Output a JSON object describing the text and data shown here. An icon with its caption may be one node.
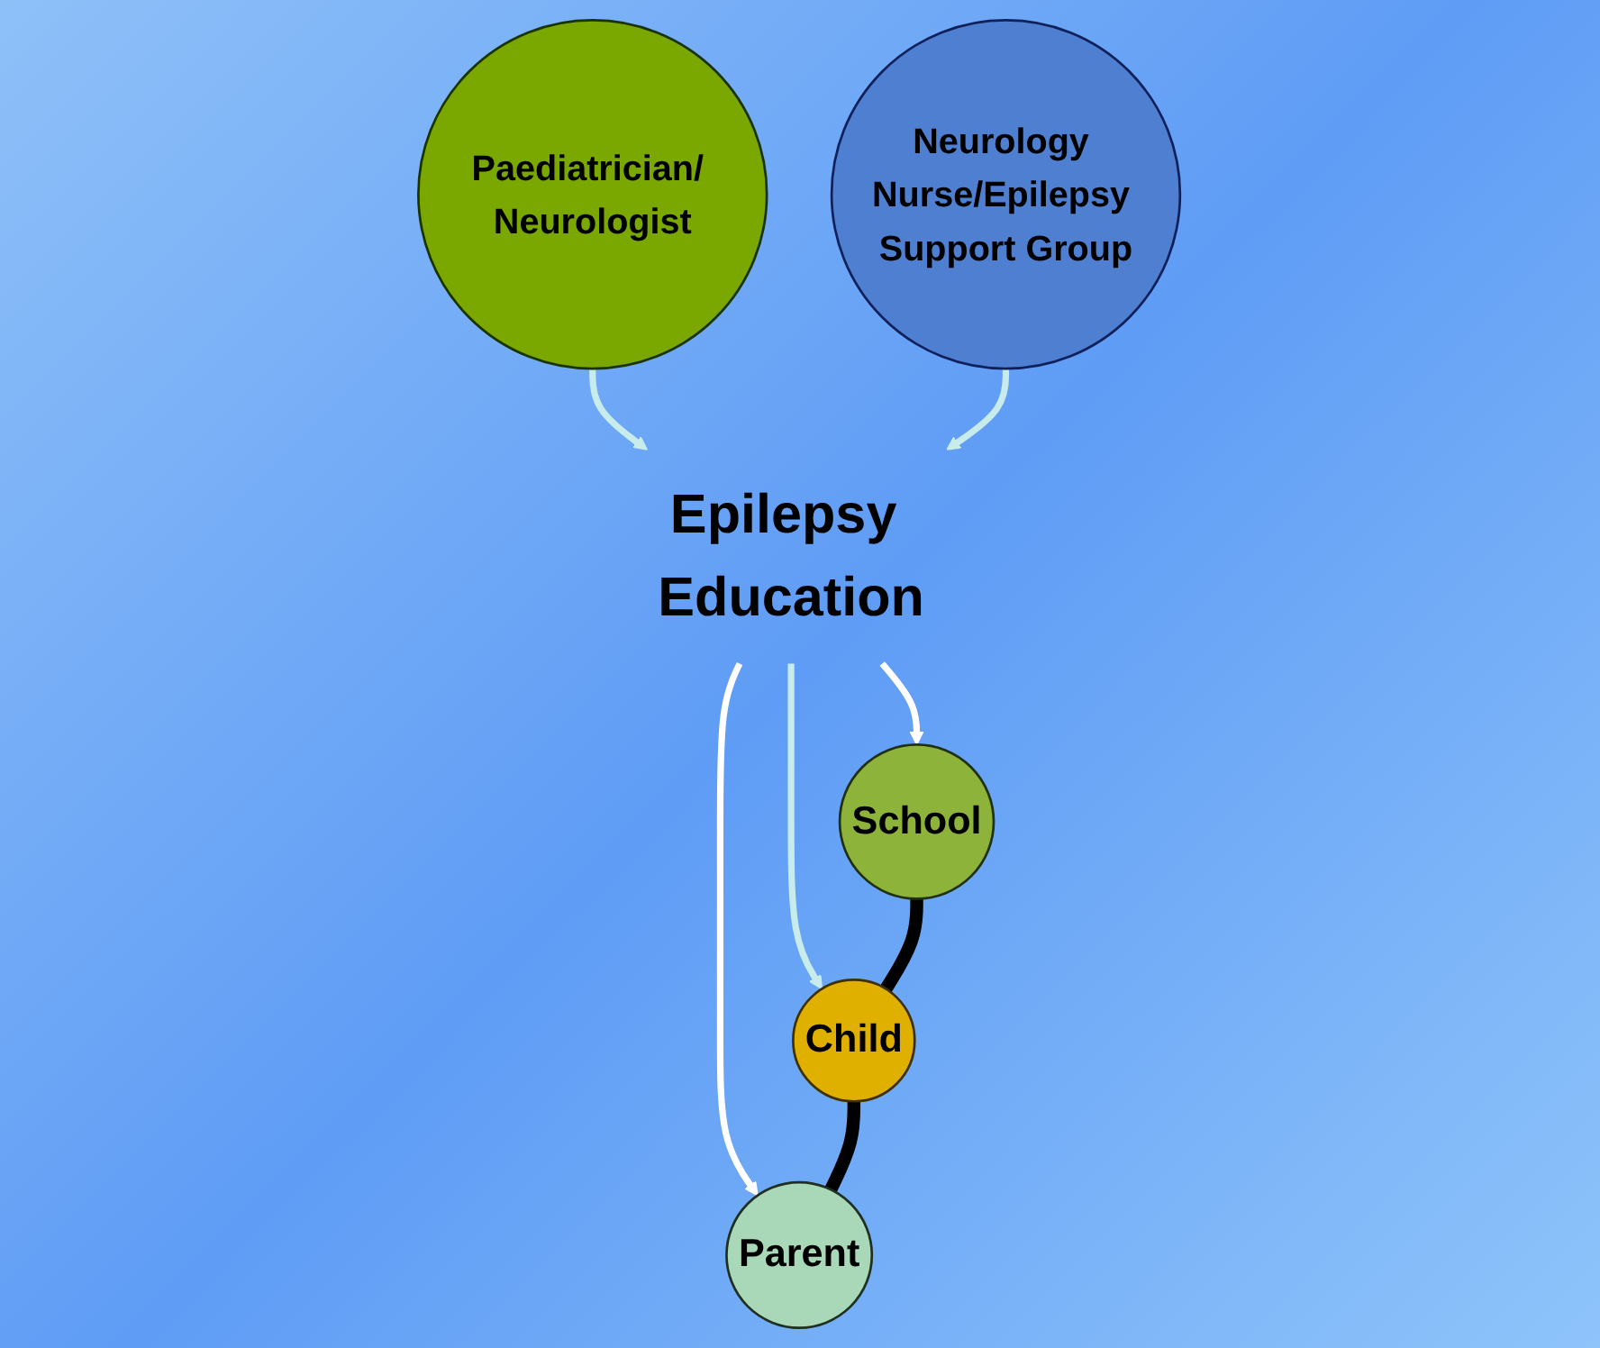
{
  "diagram": {
    "nodes": [
      {
        "text": [
          "Paediatrician/ Neurologist"
        ]
      },
      {
        "text": [
          "Neurology Nurse/Epilepsy Support Group"
        ]
      },
      {
        "text": [
          "Epilepsy Education"
        ]
      },
      {
        "text": [
          "School"
        ]
      },
      {
        "text": [
          "Child"
        ]
      },
      {
        "text": [
          "Parent"
        ]
      }
    ],
    "edges": [
      {
        "from": 0,
        "to": 2,
        "arrow": "to"
      },
      {
        "from": 1,
        "to": 2,
        "arrow": "to"
      },
      {
        "from": 2,
        "to": 3,
        "arrow": "to",
        "color": "#ffffff"
      },
      {
        "from": 2,
        "to": 4,
        "arrow": "to"
      },
      {
        "from": 2,
        "to": 5,
        "arrow": "to",
        "color": "#ffffff"
      },
      {
        "from": 3,
        "to": 4,
        "arrow": "none",
        "style": "thick",
        "color": "#000000"
      },
      {
        "from": 4,
        "to": 5,
        "arrow": "none",
        "style": "thick",
        "color": "#000000"
      }
    ]
  }
}
